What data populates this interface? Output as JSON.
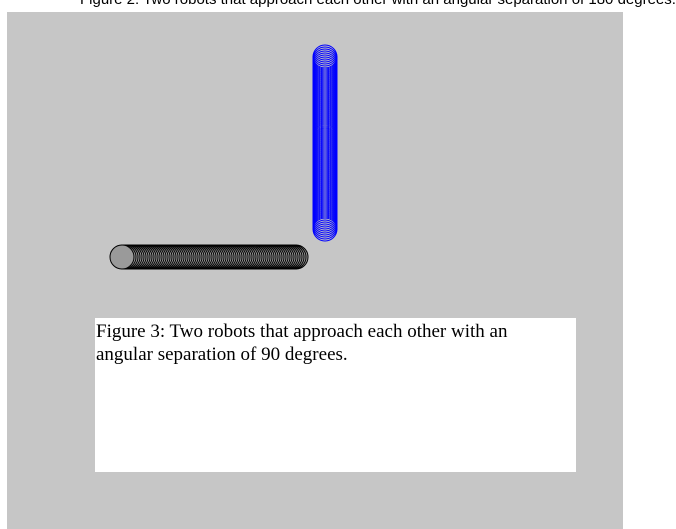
{
  "top_strip_text": "Figure 2: Two robots that approach each other with an angular separation of 180 degrees.",
  "caption": {
    "text": "Figure 3: Two robots that approach each other with an angular separation of 90 degrees."
  },
  "robots": [
    {
      "name": "gray-robot",
      "orientation": "horizontal",
      "color": "#000000",
      "fill": "#9a9a9a"
    },
    {
      "name": "blue-robot",
      "orientation": "vertical",
      "color": "#0000ff",
      "fill": "#c6c6c6"
    }
  ],
  "colors": {
    "background": "#c6c6c6",
    "caption_box": "#ffffff",
    "blue_robot": "#0000ff",
    "gray_robot": "#000000"
  }
}
